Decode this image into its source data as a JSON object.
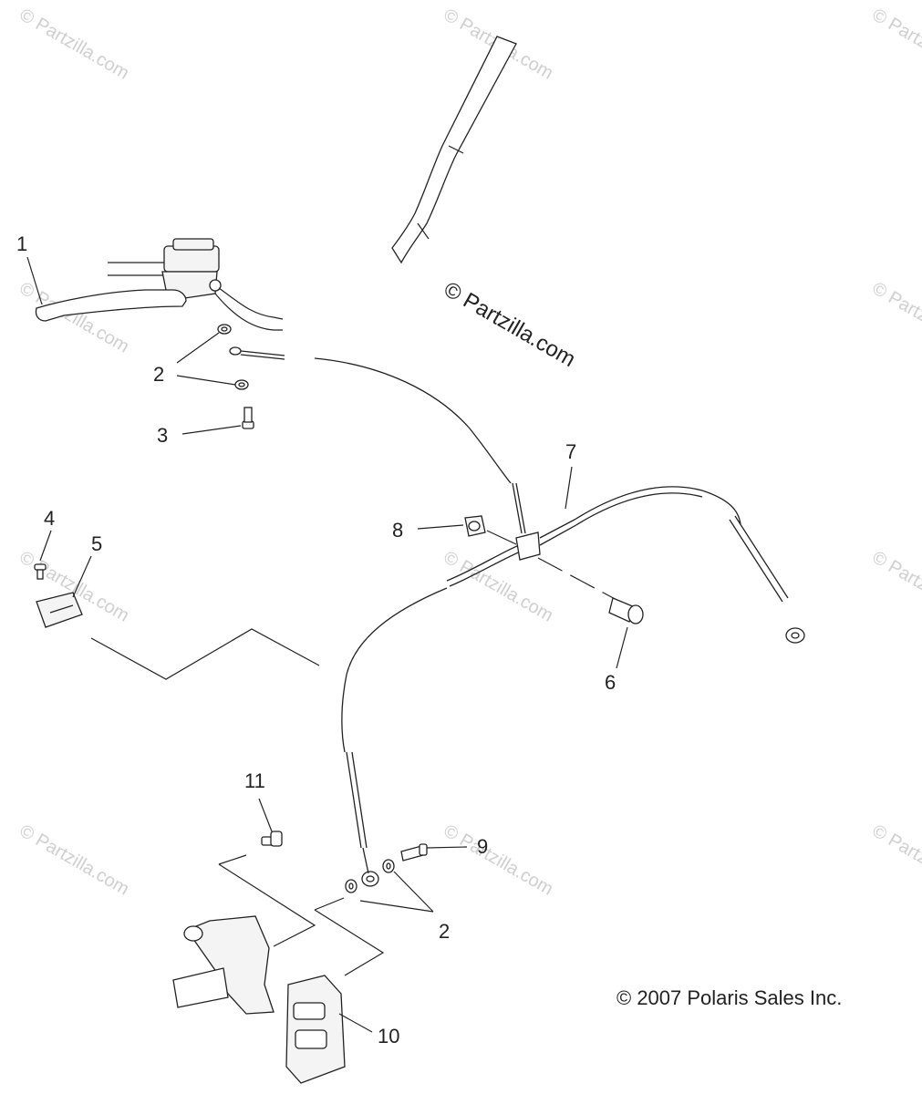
{
  "watermark": {
    "small_text": "© Partzilla.com",
    "big_text": "© Partzilla.com"
  },
  "copyright": "© 2007 Polaris Sales Inc.",
  "callouts": [
    {
      "id": "1",
      "text": "1"
    },
    {
      "id": "2a",
      "text": "2"
    },
    {
      "id": "3",
      "text": "3"
    },
    {
      "id": "4",
      "text": "4"
    },
    {
      "id": "5",
      "text": "5"
    },
    {
      "id": "6",
      "text": "6"
    },
    {
      "id": "7",
      "text": "7"
    },
    {
      "id": "8",
      "text": "8"
    },
    {
      "id": "9",
      "text": "9"
    },
    {
      "id": "2b",
      "text": "2"
    },
    {
      "id": "10",
      "text": "10"
    },
    {
      "id": "11",
      "text": "11"
    }
  ],
  "parts": [
    {
      "callout": "1",
      "icon": "master-cylinder-lever-icon"
    },
    {
      "callout": "2",
      "icon": "crush-washer-icon"
    },
    {
      "callout": "3",
      "icon": "banjo-bolt-icon"
    },
    {
      "callout": "4",
      "icon": "screw-icon"
    },
    {
      "callout": "5",
      "icon": "clip-icon"
    },
    {
      "callout": "6",
      "icon": "bolt-icon"
    },
    {
      "callout": "7",
      "icon": "brake-line-icon"
    },
    {
      "callout": "8",
      "icon": "nut-icon"
    },
    {
      "callout": "9",
      "icon": "banjo-bolt-icon"
    },
    {
      "callout": "10",
      "icon": "brake-caliper-icon"
    },
    {
      "callout": "11",
      "icon": "bolt-icon"
    }
  ]
}
